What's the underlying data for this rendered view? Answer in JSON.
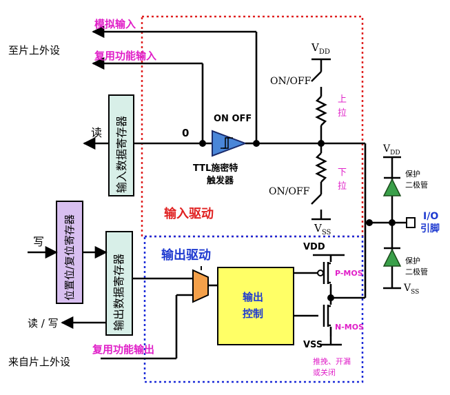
{
  "labels": {
    "analog_input": "模拟输入",
    "to_peripheral": "至片上外设",
    "alt_func_input": "复用功能输入",
    "read": "读",
    "zero": "0",
    "on_off_top": "ON OFF",
    "ttl_line1": "TTL施密特",
    "ttl_line2": "触发器",
    "input_driver": "输入驱动",
    "vdd_top": "V",
    "vdd_top_sub": "DD",
    "on_off_up": "ON/OFF",
    "on_off_down": "ON/OFF",
    "pull_up_1": "上",
    "pull_up_2": "拉",
    "pull_down_1": "下",
    "pull_down_2": "拉",
    "vss_mid": "V",
    "vss_mid_sub": "SS",
    "vdd_right": "V",
    "vdd_right_sub": "DD",
    "protect_top_1": "保护",
    "protect_top_2": "二极管",
    "io_1": "I/O",
    "io_2": "引脚",
    "protect_bot_1": "保护",
    "protect_bot_2": "二极管",
    "vss_right": "V",
    "vss_right_sub": "SS",
    "write": "写",
    "bsrr_register": "位置位/复位寄存器",
    "output_data_register": "输出数据寄存器",
    "input_data_register": "输入数据寄存器",
    "output_driver": "输出驱动",
    "vdd_out": "VDD",
    "pmos": "P-MOS",
    "output_control_1": "输出",
    "output_control_2": "控制",
    "nmos": "N-MOS",
    "vss_out": "VSS",
    "read_write": "读 / 写",
    "alt_func_output": "复用功能输出",
    "from_peripheral": "来自片上外设",
    "push_pull_1": "推挽、开漏",
    "push_pull_2": "或关闭"
  },
  "colors": {
    "magenta": "#e020c8",
    "blue_text": "#1e3ad0",
    "red_text": "#e02020",
    "red_box": "#e02020",
    "blue_box": "#1a2ad8",
    "register_fill": "#d8efe8",
    "bsrr_fill": "#d8bff0",
    "control_fill": "#ffff66",
    "mux_fill": "#f4a04a",
    "schmitt_fill": "#4a86d8",
    "diode_fill": "#3aa04a"
  }
}
